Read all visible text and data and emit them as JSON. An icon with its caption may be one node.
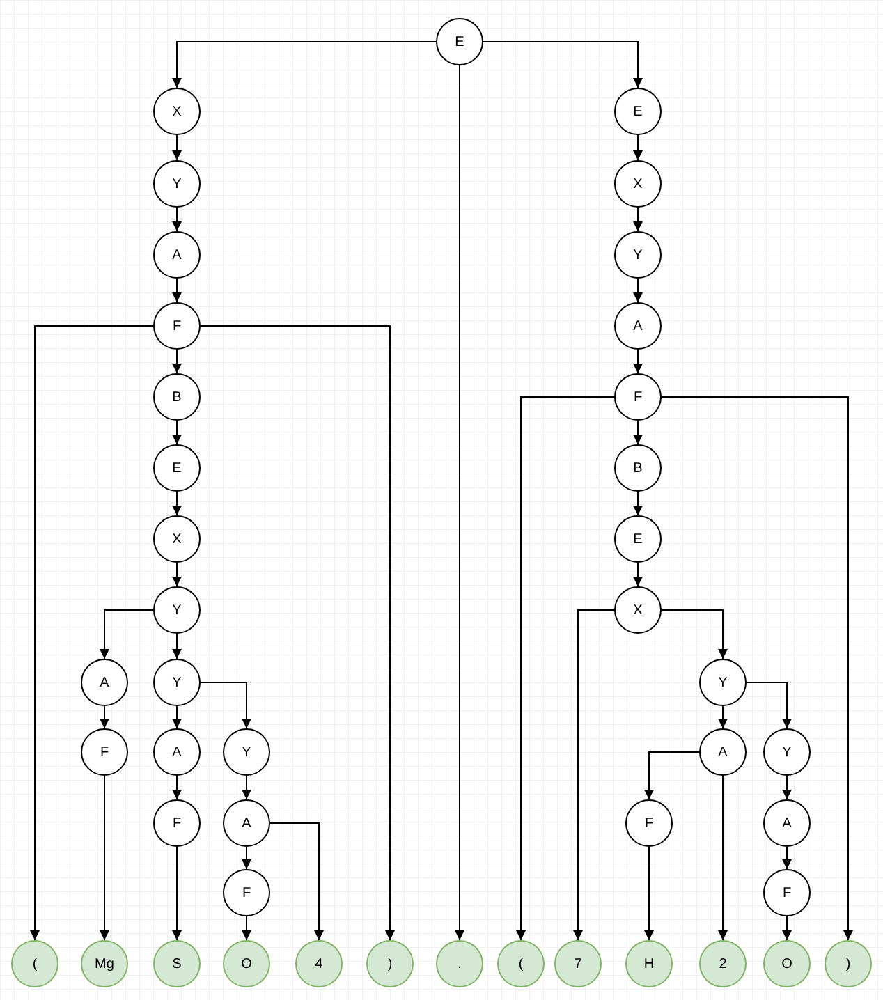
{
  "diagram": {
    "nodes": [
      {
        "text": [
          "E"
        ]
      },
      {
        "text": [
          "X"
        ]
      },
      {
        "text": [
          "Y"
        ]
      },
      {
        "text": [
          "A"
        ]
      },
      {
        "text": [
          "F"
        ]
      },
      {
        "text": [
          "B"
        ]
      },
      {
        "text": [
          "E"
        ]
      },
      {
        "text": [
          "X"
        ]
      },
      {
        "text": [
          "Y"
        ]
      },
      {
        "text": [
          "A"
        ]
      },
      {
        "text": [
          "F"
        ]
      },
      {
        "text": [
          "Y"
        ]
      },
      {
        "text": [
          "A"
        ]
      },
      {
        "text": [
          "F"
        ]
      },
      {
        "text": [
          "Y"
        ]
      },
      {
        "text": [
          "A"
        ]
      },
      {
        "text": [
          "F"
        ]
      },
      {
        "text": [
          "E"
        ]
      },
      {
        "text": [
          "X"
        ]
      },
      {
        "text": [
          "Y"
        ]
      },
      {
        "text": [
          "A"
        ]
      },
      {
        "text": [
          "F"
        ]
      },
      {
        "text": [
          "B"
        ]
      },
      {
        "text": [
          "E"
        ]
      },
      {
        "text": [
          "X"
        ]
      },
      {
        "text": [
          "Y"
        ]
      },
      {
        "text": [
          "A"
        ]
      },
      {
        "text": [
          "F"
        ]
      },
      {
        "text": [
          "Y"
        ]
      },
      {
        "text": [
          "A"
        ]
      },
      {
        "text": [
          "F"
        ]
      },
      {
        "text": [
          "("
        ]
      },
      {
        "text": [
          "Mg"
        ]
      },
      {
        "text": [
          "S"
        ]
      },
      {
        "text": [
          "O"
        ]
      },
      {
        "text": [
          "4"
        ]
      },
      {
        "text": [
          ")"
        ]
      },
      {
        "text": [
          "."
        ]
      },
      {
        "text": [
          "("
        ]
      },
      {
        "text": [
          "7"
        ]
      },
      {
        "text": [
          "H"
        ]
      },
      {
        "text": [
          "2"
        ]
      },
      {
        "text": [
          "O"
        ]
      },
      {
        "text": [
          ")"
        ]
      }
    ],
    "edges": [
      {
        "from": 0,
        "to": 1,
        "arrow": "to"
      },
      {
        "from": 0,
        "to": 37,
        "arrow": "to"
      },
      {
        "from": 0,
        "to": 17,
        "arrow": "to"
      },
      {
        "from": 1,
        "to": 2,
        "arrow": "to"
      },
      {
        "from": 2,
        "to": 3,
        "arrow": "to"
      },
      {
        "from": 3,
        "to": 4,
        "arrow": "to"
      },
      {
        "from": 4,
        "to": 31,
        "arrow": "to"
      },
      {
        "from": 4,
        "to": 5,
        "arrow": "to"
      },
      {
        "from": 4,
        "to": 36,
        "arrow": "to"
      },
      {
        "from": 5,
        "to": 6,
        "arrow": "to"
      },
      {
        "from": 6,
        "to": 7,
        "arrow": "to"
      },
      {
        "from": 7,
        "to": 8,
        "arrow": "to"
      },
      {
        "from": 8,
        "to": 9,
        "arrow": "to"
      },
      {
        "from": 8,
        "to": 11,
        "arrow": "to"
      },
      {
        "from": 9,
        "to": 10,
        "arrow": "to"
      },
      {
        "from": 10,
        "to": 32,
        "arrow": "to"
      },
      {
        "from": 11,
        "to": 12,
        "arrow": "to"
      },
      {
        "from": 11,
        "to": 14,
        "arrow": "to"
      },
      {
        "from": 12,
        "to": 13,
        "arrow": "to"
      },
      {
        "from": 13,
        "to": 33,
        "arrow": "to"
      },
      {
        "from": 14,
        "to": 15,
        "arrow": "to"
      },
      {
        "from": 15,
        "to": 16,
        "arrow": "to"
      },
      {
        "from": 15,
        "to": 35,
        "arrow": "to"
      },
      {
        "from": 16,
        "to": 34,
        "arrow": "to"
      },
      {
        "from": 17,
        "to": 18,
        "arrow": "to"
      },
      {
        "from": 18,
        "to": 19,
        "arrow": "to"
      },
      {
        "from": 19,
        "to": 20,
        "arrow": "to"
      },
      {
        "from": 20,
        "to": 21,
        "arrow": "to"
      },
      {
        "from": 21,
        "to": 38,
        "arrow": "to"
      },
      {
        "from": 21,
        "to": 22,
        "arrow": "to"
      },
      {
        "from": 21,
        "to": 43,
        "arrow": "to"
      },
      {
        "from": 22,
        "to": 23,
        "arrow": "to"
      },
      {
        "from": 23,
        "to": 24,
        "arrow": "to"
      },
      {
        "from": 24,
        "to": 39,
        "arrow": "to"
      },
      {
        "from": 24,
        "to": 25,
        "arrow": "to"
      },
      {
        "from": 25,
        "to": 26,
        "arrow": "to"
      },
      {
        "from": 25,
        "to": 28,
        "arrow": "to"
      },
      {
        "from": 26,
        "to": 27,
        "arrow": "to"
      },
      {
        "from": 26,
        "to": 41,
        "arrow": "to"
      },
      {
        "from": 27,
        "to": 40,
        "arrow": "to"
      },
      {
        "from": 28,
        "to": 29,
        "arrow": "to"
      },
      {
        "from": 29,
        "to": 30,
        "arrow": "to"
      },
      {
        "from": 30,
        "to": 42,
        "arrow": "to"
      }
    ]
  }
}
